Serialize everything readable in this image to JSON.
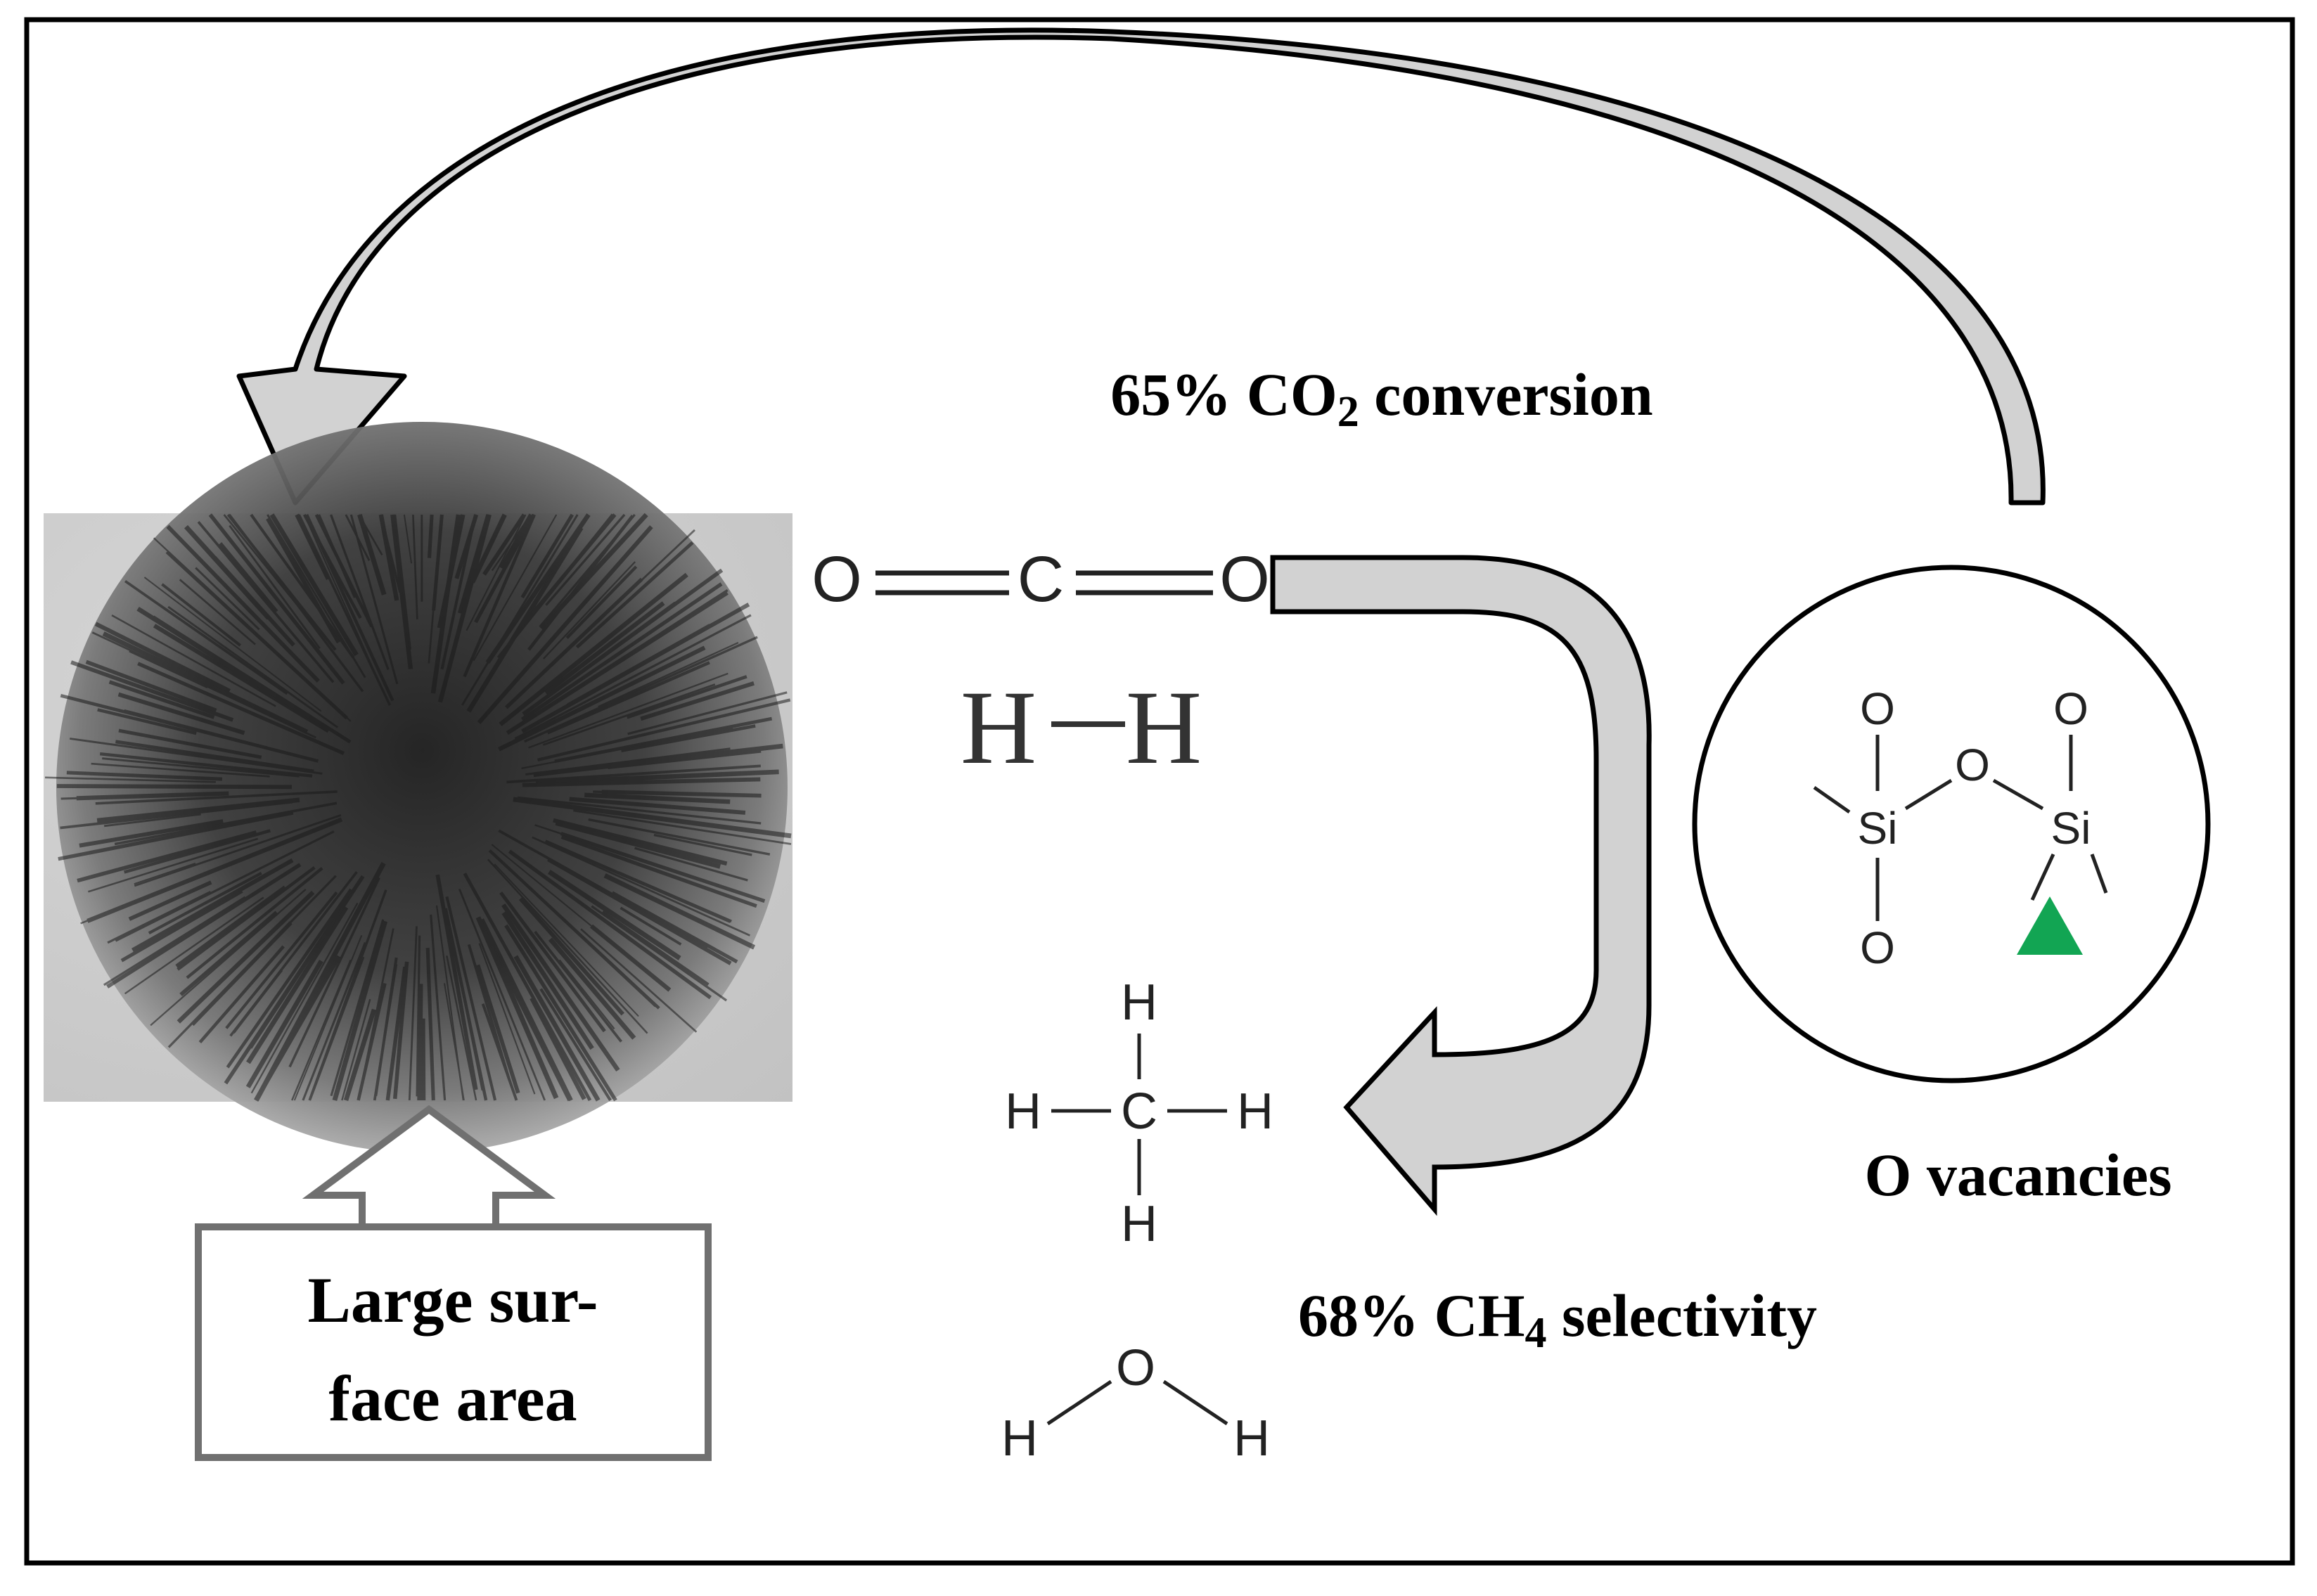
{
  "labels": {
    "co2_conversion_prefix": "65% CO",
    "co2_conversion_sub": "2",
    "co2_conversion_suffix": " conversion",
    "ch4_selectivity_prefix": "68% CH",
    "ch4_selectivity_sub": "4",
    "ch4_selectivity_suffix": " selectivity",
    "o_vacancies": "O vacancies",
    "surface_area_line1": "Large sur-",
    "surface_area_line2": "face area"
  },
  "molecules": {
    "co2": {
      "o_left": "O",
      "c": "C",
      "o_right": "O"
    },
    "h2": {
      "h_left": "H",
      "h_right": "H"
    },
    "ch4": {
      "c": "C",
      "h_top": "H",
      "h_left": "H",
      "h_right": "H",
      "h_bottom": "H"
    },
    "h2o": {
      "o": "O",
      "h_left": "H",
      "h_right": "H"
    },
    "silica": {
      "si_left": "Si",
      "si_right": "Si",
      "o_top_left": "O",
      "o_bottom_left": "O",
      "o_bridge": "O",
      "o_top_right": "O"
    }
  },
  "colors": {
    "arrow_fill": "#d2d2d2",
    "vacancy_marker": "#12a553",
    "box_stroke": "#707070"
  }
}
